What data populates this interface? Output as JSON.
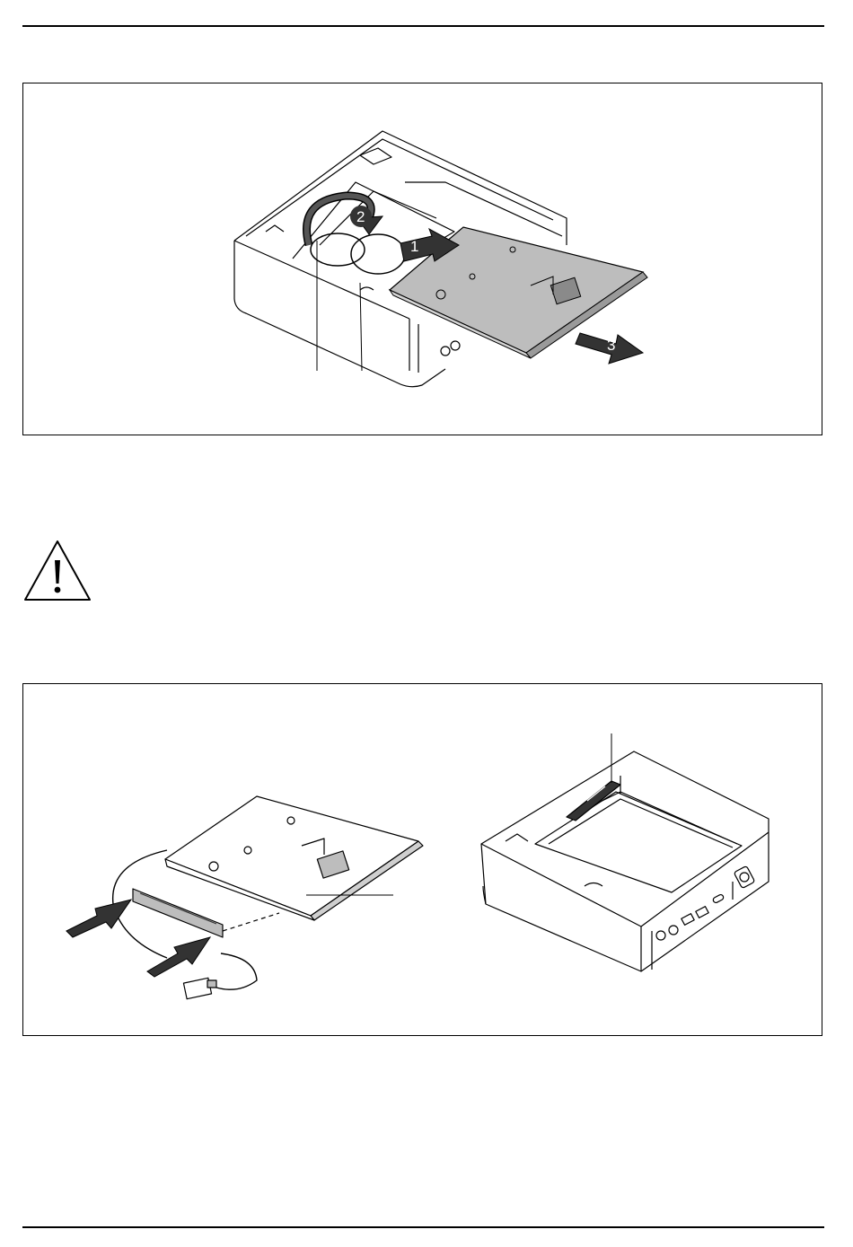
{
  "figure_1": {
    "callouts": [
      "1",
      "2",
      "3"
    ]
  },
  "icons": {
    "warning": "warning-triangle-icon"
  },
  "colors": {
    "line": "#000000",
    "drive_fill": "#bdbdbd",
    "arrow": "#333333"
  }
}
